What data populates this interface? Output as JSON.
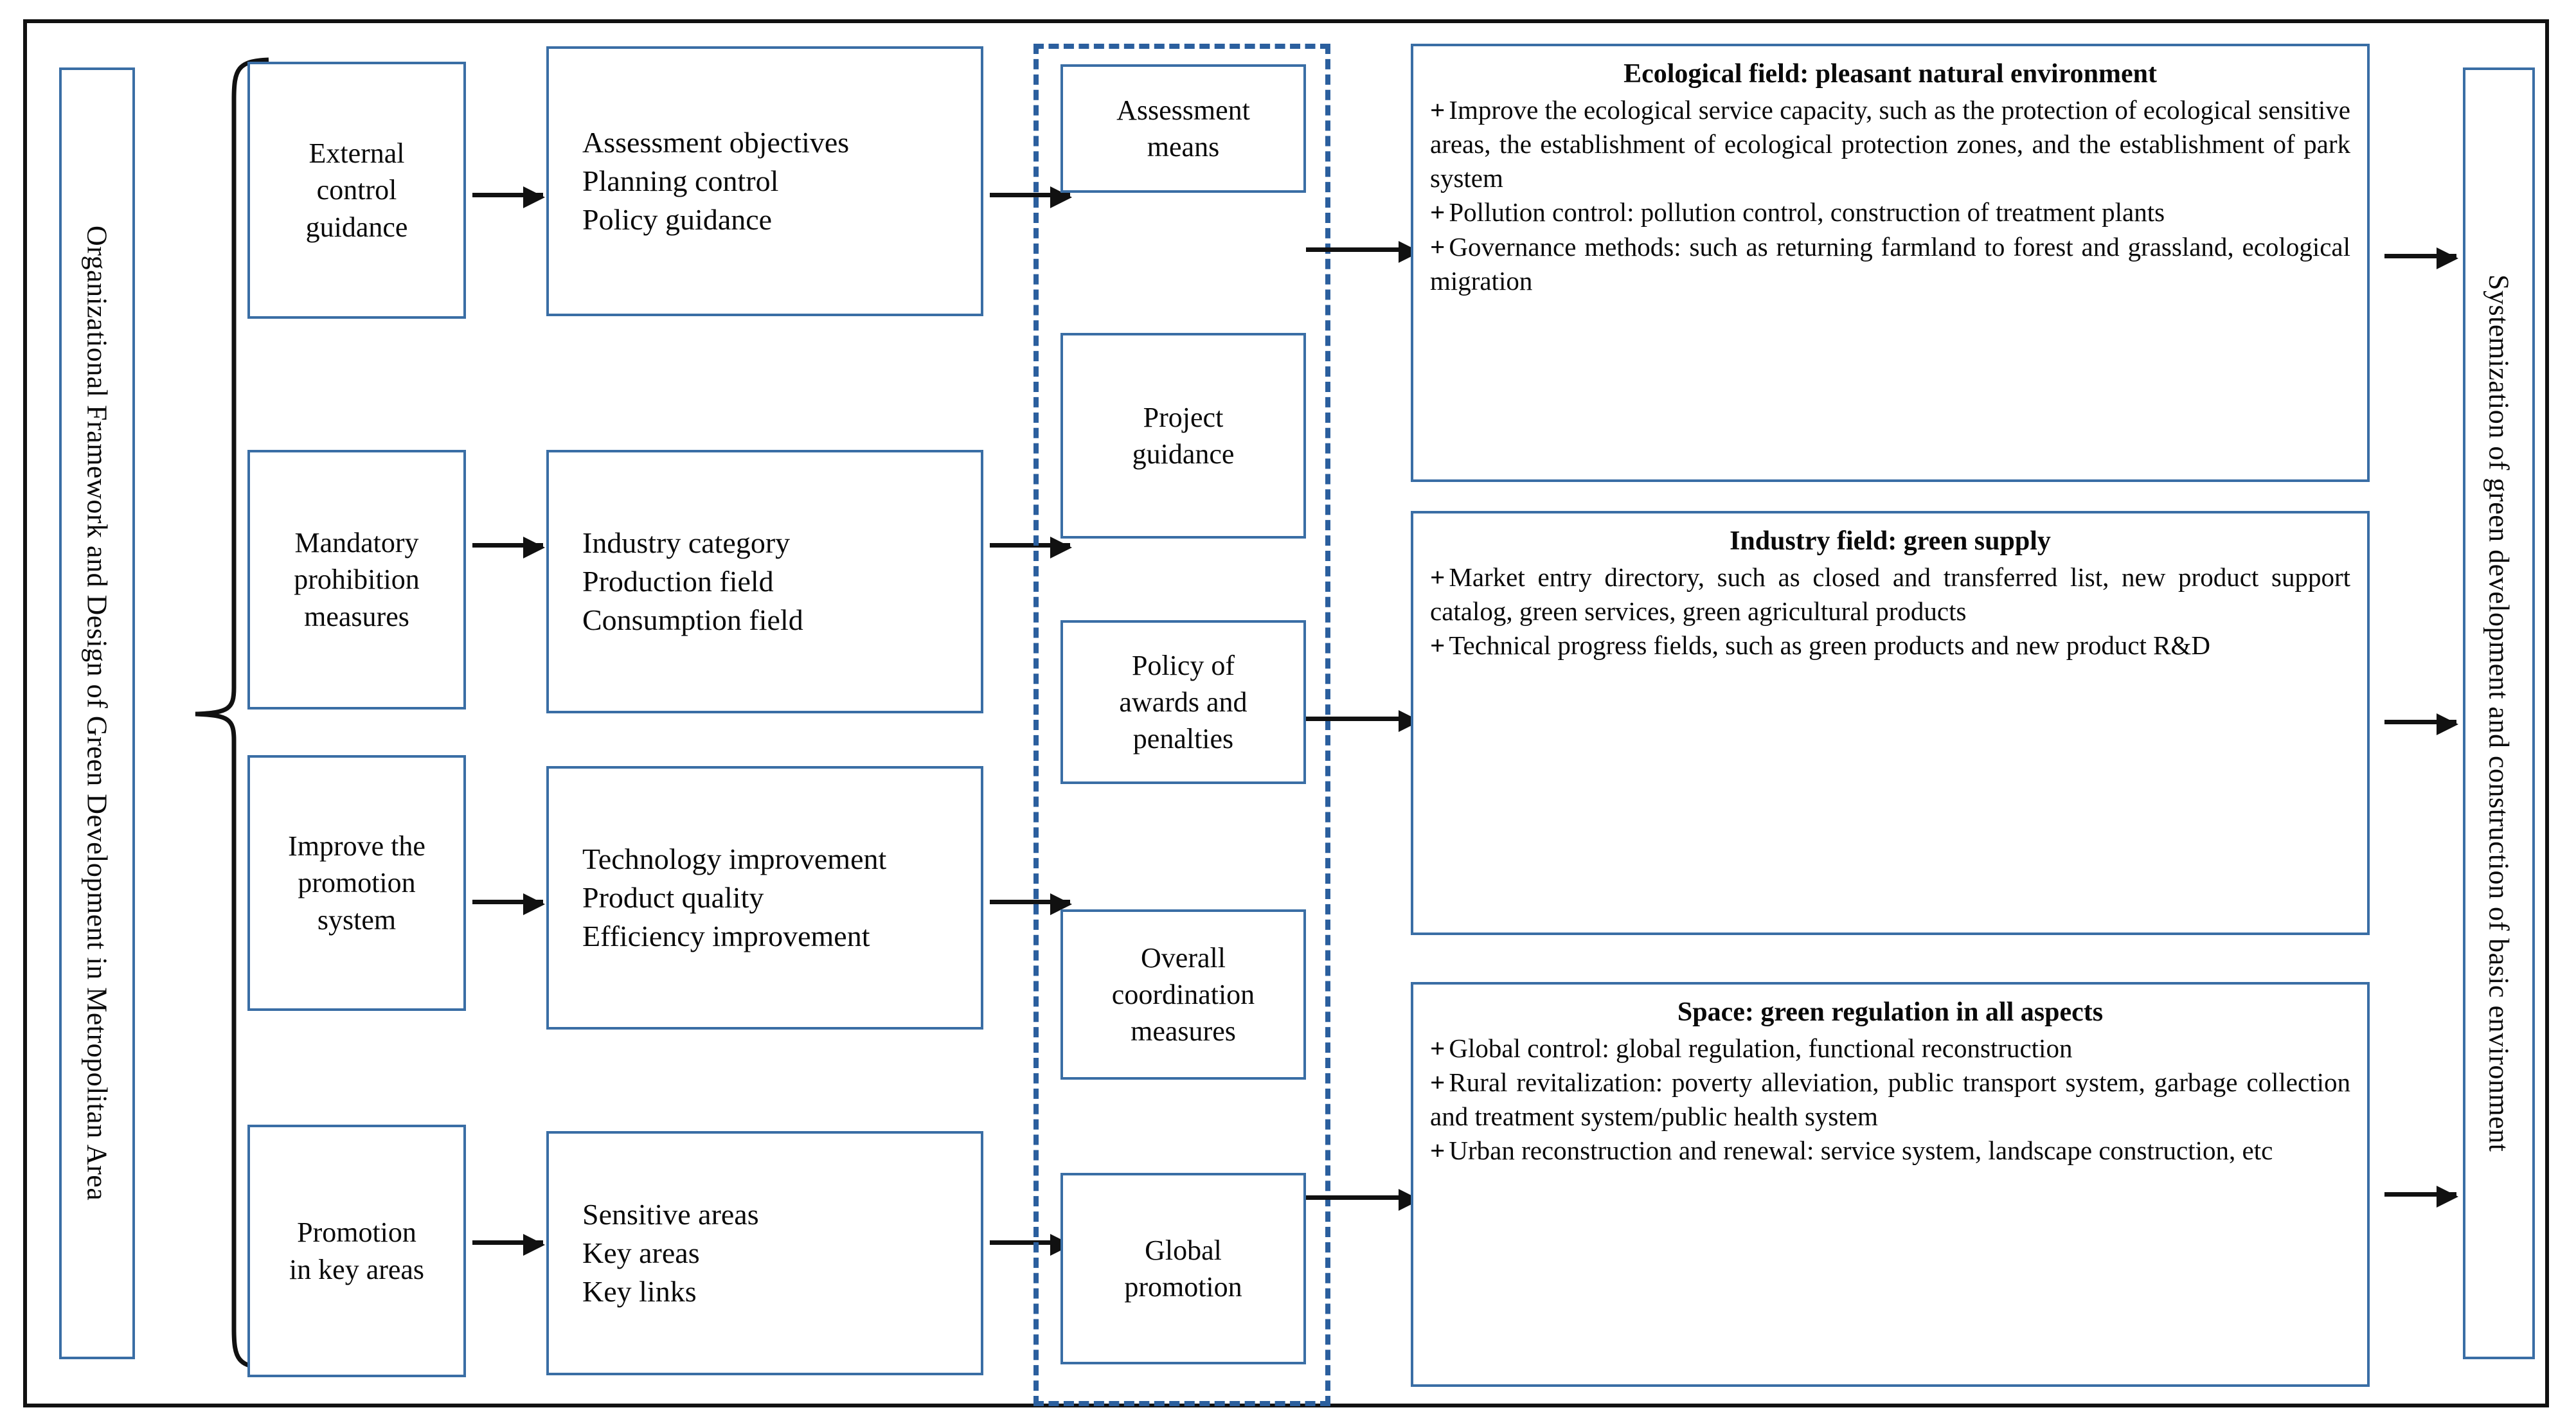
{
  "frame": {
    "border_color": "#111111",
    "box_border_color": "#3a6ea5",
    "dashed_color": "#2b5f9e"
  },
  "title_left": "Organizational Framework and Design of Green Development in Metropolitan Area",
  "title_right": "Systemization of green development and construction of basic environment",
  "column1": [
    {
      "lines": [
        "External",
        "control",
        "guidance"
      ]
    },
    {
      "lines": [
        "Mandatory",
        "prohibition",
        "measures"
      ]
    },
    {
      "lines": [
        "Improve the",
        "promotion",
        "system"
      ]
    },
    {
      "lines": [
        "Promotion",
        "in key areas"
      ]
    }
  ],
  "column2": [
    {
      "lines": [
        "Assessment objectives",
        "Planning control",
        "Policy guidance"
      ]
    },
    {
      "lines": [
        "Industry category",
        "Production field",
        "Consumption field"
      ]
    },
    {
      "lines": [
        "Technology improvement",
        "Product quality",
        "Efficiency improvement"
      ]
    },
    {
      "lines": [
        "Sensitive areas",
        "Key areas",
        "Key links"
      ]
    }
  ],
  "column3": [
    {
      "lines": [
        "Assessment",
        "means"
      ]
    },
    {
      "lines": [
        "Project",
        "guidance"
      ]
    },
    {
      "lines": [
        "Policy of",
        "awards and",
        "penalties"
      ]
    },
    {
      "lines": [
        "Overall",
        "coordination",
        "measures"
      ]
    },
    {
      "lines": [
        "Global",
        "promotion"
      ]
    }
  ],
  "panels": [
    {
      "title": "Ecological field: pleasant natural environment",
      "bullet_marker": "+",
      "items": [
        "Improve the ecological service capacity, such as the protection of ecological sensitive areas, the establishment of ecological protection zones, and the establishment of park system",
        "Pollution control: pollution control, construction of treatment plants",
        "Governance methods: such as returning farmland to forest and grassland, ecological migration"
      ]
    },
    {
      "title": "Industry field: green supply",
      "bullet_marker": "+",
      "items": [
        "Market entry directory, such as closed and transferred list, new product support catalog, green services, green agricultural products",
        "Technical progress fields, such as green products and new product R&D"
      ]
    },
    {
      "title": "Space: green regulation in all aspects",
      "bullet_marker": "+",
      "items": [
        "Global control: global regulation, functional reconstruction",
        "Rural revitalization: poverty alleviation, public transport system, garbage collection and treatment system/public health system",
        "Urban reconstruction and renewal: service system, landscape construction, etc"
      ]
    }
  ]
}
